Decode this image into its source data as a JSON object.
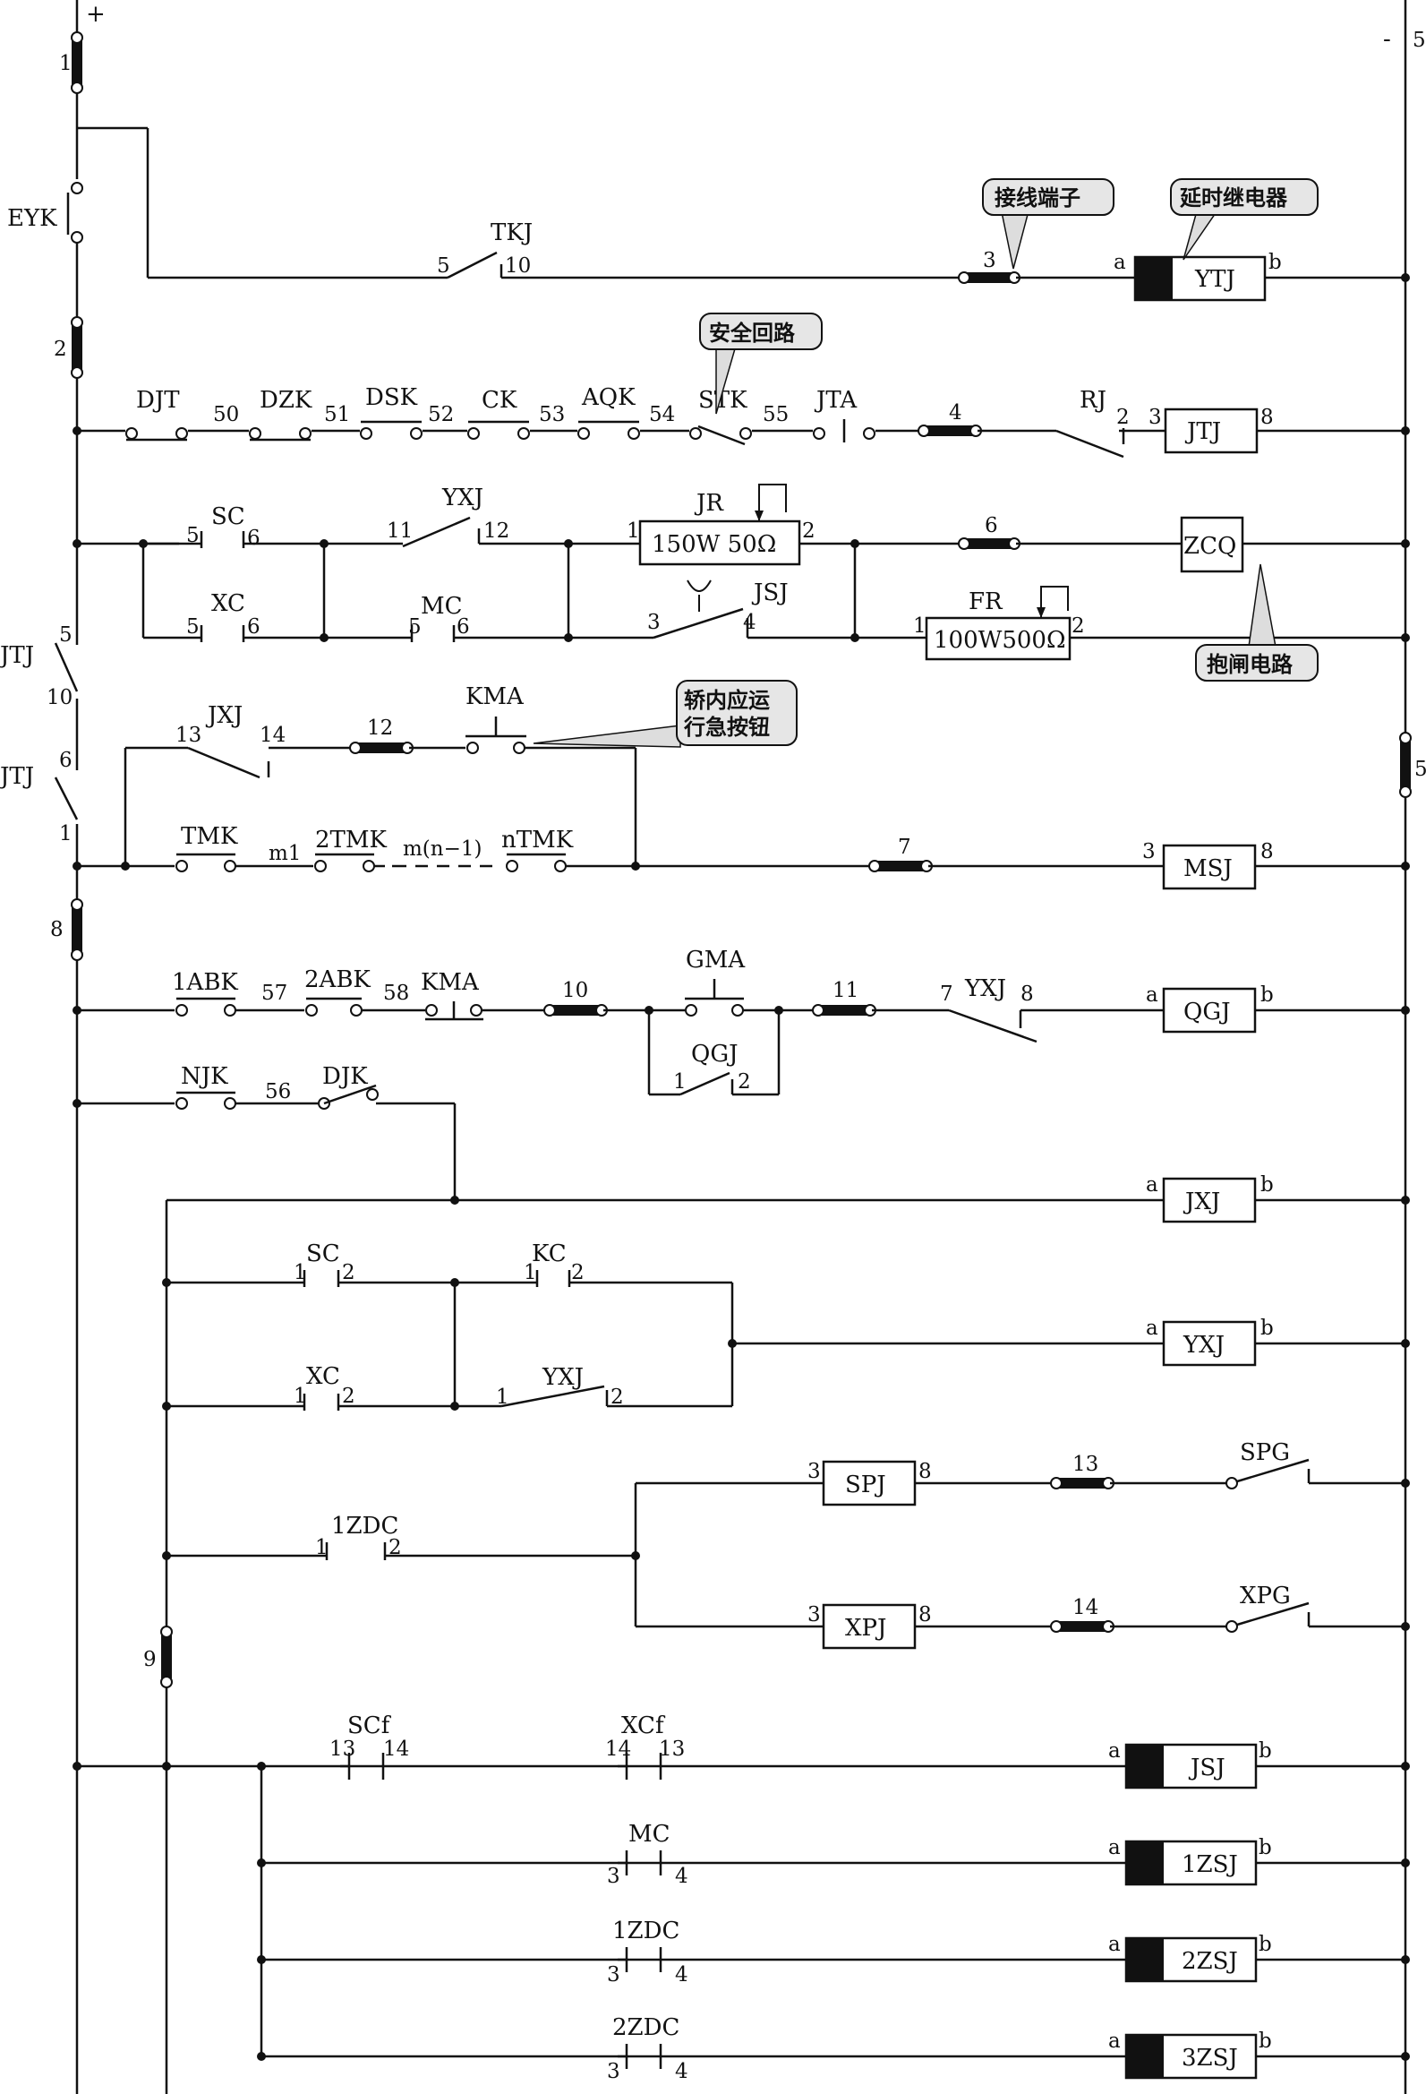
{
  "terminals": {
    "plus": "+",
    "minus": "-",
    "t1": "1",
    "t2": "2",
    "t3": "3",
    "t4": "4",
    "t5": "5",
    "t6": "6",
    "t7": "7",
    "t8": "8",
    "t9": "9",
    "t10": "10",
    "t11": "11",
    "t12": "12",
    "t13": "13",
    "t14": "14"
  },
  "callouts": {
    "terminal": "接线端子",
    "relay": "延时继电器",
    "safety": "安全回路",
    "brake": "抱闸电路",
    "button": [
      "轿内应运",
      "行急按钮"
    ]
  },
  "labels": {
    "EYK": "EYK",
    "TKJ": "TKJ",
    "TKJ_5": "5",
    "TKJ_10": "10",
    "JTJ": "JTJ",
    "JTJ_5": "5",
    "JTJ_10": "10",
    "JTJ_6": "6",
    "JTJ_1": "1",
    "DJT": "DJT",
    "DZK": "DZK",
    "DSK": "DSK",
    "CK": "CK",
    "AQK": "AQK",
    "STK": "STK",
    "JTA": "JTA",
    "RJ": "RJ",
    "RJ_2": "2",
    "n50": "50",
    "n51": "51",
    "n52": "52",
    "n53": "53",
    "n54": "54",
    "n55": "55",
    "SC": "SC",
    "XC": "XC",
    "YXJ": "YXJ",
    "MC": "MC",
    "JR": "JR",
    "JSJ": "JSJ",
    "FR": "FR",
    "n5": "5",
    "n6": "6",
    "n11": "11",
    "n12": "12",
    "n1": "1",
    "n2": "2",
    "n3": "3",
    "n4": "4",
    "JXJ": "JXJ",
    "KMA": "KMA",
    "JXJ_13": "13",
    "JXJ_14": "14",
    "TMK": "TMK",
    "m1": "m1",
    "TMK2": "2TMK",
    "mn1": "m(n−1)",
    "nTMK": "nTMK",
    "ABK1": "1ABK",
    "n57": "57",
    "ABK2": "2ABK",
    "n58": "58",
    "GMA": "GMA",
    "QGJ": "QGJ",
    "YXJ_7": "7",
    "YXJ_8": "8",
    "NJK": "NJK",
    "n56": "56",
    "DJK": "DJK",
    "KC": "KC",
    "ZDC1": "1ZDC",
    "ZDC2": "2ZDC",
    "SPG": "SPG",
    "XPG": "XPG",
    "SCf": "SCf",
    "XCf": "XCf",
    "n13": "13",
    "n14": "14",
    "n8": "8",
    "a": "a",
    "b": "b"
  },
  "boxes": {
    "YTJ": "YTJ",
    "JTJ": "JTJ",
    "JR": "150W 50Ω",
    "ZCQ": "ZCQ",
    "FR": "100W500Ω",
    "MSJ": "MSJ",
    "QGJ": "QGJ",
    "JXJ": "JXJ",
    "YXJ": "YXJ",
    "SPJ": "SPJ",
    "XPJ": "XPJ",
    "JSJ": "JSJ",
    "ZSJ1": "1ZSJ",
    "ZSJ2": "2ZSJ",
    "ZSJ3": "3ZSJ"
  }
}
